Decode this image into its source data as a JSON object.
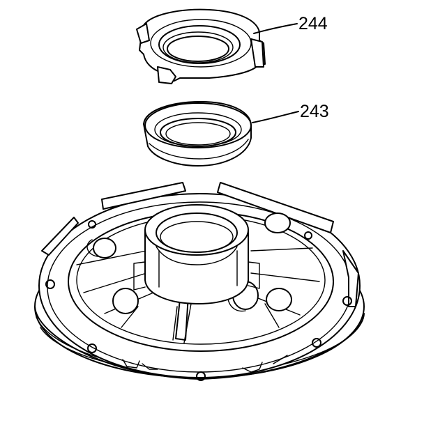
{
  "callouts": [
    {
      "id": "244",
      "label": "244"
    },
    {
      "id": "243",
      "label": "243"
    }
  ]
}
